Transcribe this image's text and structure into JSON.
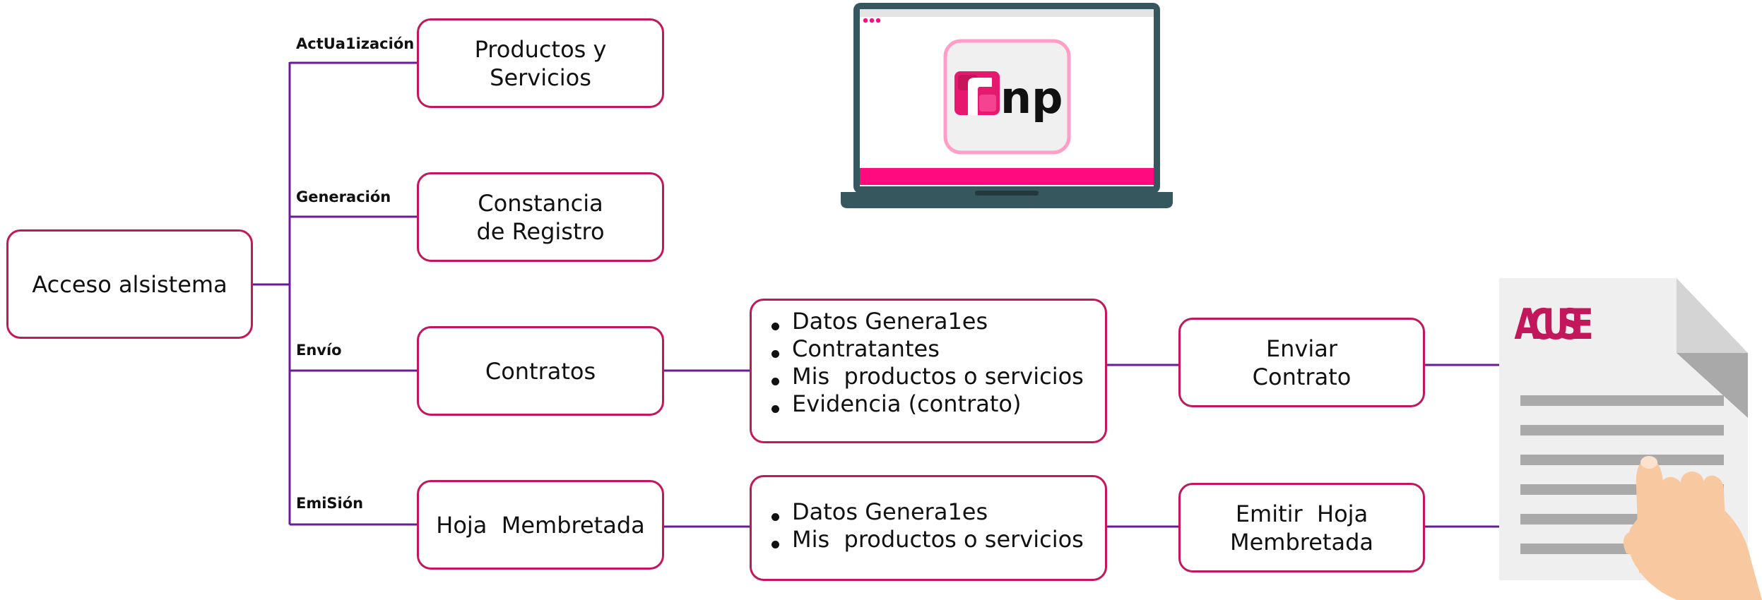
{
  "root": {
    "label": "Acceso alsistema"
  },
  "branches": [
    {
      "label": "ActUa1ización",
      "box": [
        "Productos y",
        "Servicios"
      ]
    },
    {
      "label": "Generación",
      "box": [
        "Constancia",
        "de Registro"
      ]
    },
    {
      "label": "Envío",
      "box": [
        "Contratos"
      ]
    },
    {
      "label": "EmiSión",
      "box": [
        "Hoja  Membretada"
      ]
    }
  ],
  "contratos_list": [
    "Datos Genera1es",
    "Contratantes",
    "Mis  productos o servicios",
    "Evidencia (contrato)"
  ],
  "membretada_list": [
    "Datos Genera1es",
    "Mis  productos o servicios"
  ],
  "actions": {
    "enviar": [
      "Enviar",
      "Contrato"
    ],
    "emitir": [
      "Emitir  Hoja",
      "Membretada"
    ]
  },
  "acuse_doc": {
    "title": "ACUSE"
  },
  "logo": {
    "text": "np"
  },
  "colors": {
    "connector": "#6a1b9a",
    "box_border": "#c2185b",
    "accent_pink": "#ff0a7f",
    "laptop_body": "#37575f",
    "acuse_title": "#c2185b"
  },
  "icons": [
    "laptop-icon",
    "rnp-logo",
    "acuse-document-icon",
    "pointing-hand-icon"
  ]
}
